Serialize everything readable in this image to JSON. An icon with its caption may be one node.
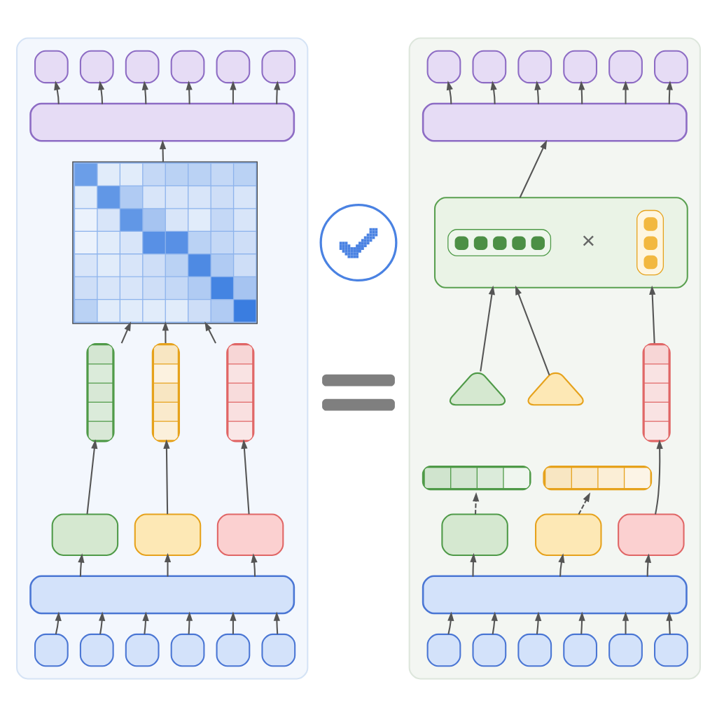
{
  "diagram": {
    "nodes": [
      {
        "text": [],
        "shape": "box"
      },
      {
        "text": [],
        "shape": "box",
        "in": 0
      },
      {
        "text": [],
        "shape": "box",
        "in": 0
      },
      {
        "text": [],
        "shape": "box",
        "in": 0
      },
      {
        "text": [],
        "shape": "box",
        "in": 0
      },
      {
        "text": [],
        "shape": "box",
        "in": 0
      },
      {
        "text": [],
        "shape": "box",
        "in": 0
      },
      {
        "text": [],
        "shape": "box",
        "in": 0
      },
      {
        "text": [],
        "shape": "grid",
        "in": 0
      },
      {
        "text": [],
        "shape": "bar",
        "in": 0
      },
      {
        "text": [],
        "shape": "bar",
        "in": 0
      },
      {
        "text": [],
        "shape": "bar",
        "in": 0
      },
      {
        "text": [],
        "shape": "box",
        "in": 0
      },
      {
        "text": [],
        "shape": "box",
        "in": 0
      },
      {
        "text": [],
        "shape": "box",
        "in": 0
      },
      {
        "text": [],
        "shape": "box",
        "in": 0
      },
      {
        "text": [],
        "shape": "box",
        "in": 0
      },
      {
        "text": [],
        "shape": "box",
        "in": 0
      },
      {
        "text": [],
        "shape": "box",
        "in": 0
      },
      {
        "text": [],
        "shape": "box",
        "in": 0
      },
      {
        "text": [],
        "shape": "box",
        "in": 0
      },
      {
        "text": [],
        "shape": "box",
        "in": 0
      },
      {
        "text": [],
        "shape": "circle"
      },
      {
        "text": [],
        "shape": "equals"
      },
      {
        "text": [],
        "shape": "box"
      },
      {
        "text": [],
        "shape": "box",
        "in": 24
      },
      {
        "text": [],
        "shape": "box",
        "in": 24
      },
      {
        "text": [],
        "shape": "box",
        "in": 24
      },
      {
        "text": [],
        "shape": "box",
        "in": 24
      },
      {
        "text": [],
        "shape": "box",
        "in": 24
      },
      {
        "text": [],
        "shape": "box",
        "in": 24
      },
      {
        "text": [],
        "shape": "box",
        "in": 24
      },
      {
        "text": [],
        "shape": "box",
        "in": 24
      },
      {
        "text": [],
        "shape": "bar",
        "in": 32
      },
      {
        "text": [],
        "shape": "bar",
        "in": 32
      },
      {
        "text": [],
        "shape": "curve",
        "in": 24
      },
      {
        "text": [],
        "shape": "curve",
        "in": 24
      },
      {
        "text": [],
        "shape": "bar",
        "in": 24
      },
      {
        "text": [],
        "shape": "bar",
        "in": 24
      },
      {
        "text": [],
        "shape": "bar",
        "in": 24
      },
      {
        "text": [],
        "shape": "box",
        "in": 24
      },
      {
        "text": [],
        "shape": "box",
        "in": 24
      },
      {
        "text": [],
        "shape": "box",
        "in": 24
      },
      {
        "text": [],
        "shape": "box",
        "in": 24
      },
      {
        "text": [],
        "shape": "box",
        "in": 24
      },
      {
        "text": [],
        "shape": "box",
        "in": 24
      },
      {
        "text": [],
        "shape": "box",
        "in": 24
      },
      {
        "text": [],
        "shape": "box",
        "in": 24
      },
      {
        "text": [],
        "shape": "box",
        "in": 24
      },
      {
        "text": [],
        "shape": "box",
        "in": 24
      }
    ],
    "edges": [
      {
        "from": 16,
        "to": 15,
        "arrow": "to"
      },
      {
        "from": 17,
        "to": 15,
        "arrow": "to"
      },
      {
        "from": 18,
        "to": 15,
        "arrow": "to"
      },
      {
        "from": 19,
        "to": 15,
        "arrow": "to"
      },
      {
        "from": 20,
        "to": 15,
        "arrow": "to"
      },
      {
        "from": 21,
        "to": 15,
        "arrow": "to"
      },
      {
        "from": 15,
        "to": 12,
        "arrow": "to"
      },
      {
        "from": 15,
        "to": 13,
        "arrow": "to"
      },
      {
        "from": 15,
        "to": 14,
        "arrow": "to"
      },
      {
        "from": 12,
        "to": 9,
        "arrow": "to"
      },
      {
        "from": 13,
        "to": 10,
        "arrow": "to"
      },
      {
        "from": 14,
        "to": 11,
        "arrow": "to"
      },
      {
        "from": 9,
        "to": 8,
        "arrow": "to"
      },
      {
        "from": 10,
        "to": 8,
        "arrow": "to"
      },
      {
        "from": 11,
        "to": 8,
        "arrow": "to"
      },
      {
        "from": 8,
        "to": 7,
        "arrow": "to"
      },
      {
        "from": 7,
        "to": 1,
        "arrow": "to"
      },
      {
        "from": 7,
        "to": 2,
        "arrow": "to"
      },
      {
        "from": 7,
        "to": 3,
        "arrow": "to"
      },
      {
        "from": 7,
        "to": 4,
        "arrow": "to"
      },
      {
        "from": 7,
        "to": 5,
        "arrow": "to"
      },
      {
        "from": 7,
        "to": 6,
        "arrow": "to"
      },
      {
        "from": 44,
        "to": 43,
        "arrow": "to"
      },
      {
        "from": 45,
        "to": 43,
        "arrow": "to"
      },
      {
        "from": 46,
        "to": 43,
        "arrow": "to"
      },
      {
        "from": 47,
        "to": 43,
        "arrow": "to"
      },
      {
        "from": 48,
        "to": 43,
        "arrow": "to"
      },
      {
        "from": 49,
        "to": 43,
        "arrow": "to"
      },
      {
        "from": 43,
        "to": 40,
        "arrow": "to"
      },
      {
        "from": 43,
        "to": 41,
        "arrow": "to"
      },
      {
        "from": 43,
        "to": 42,
        "arrow": "to"
      },
      {
        "from": 40,
        "to": 38,
        "arrow": "to",
        "style": "dashed"
      },
      {
        "from": 41,
        "to": 39,
        "arrow": "to",
        "style": "dashed"
      },
      {
        "from": 42,
        "to": 37,
        "arrow": "to"
      },
      {
        "from": 35,
        "to": 32,
        "arrow": "to"
      },
      {
        "from": 36,
        "to": 32,
        "arrow": "to"
      },
      {
        "from": 37,
        "to": 32,
        "arrow": "to"
      },
      {
        "from": 32,
        "to": 31,
        "arrow": "to"
      },
      {
        "from": 31,
        "to": 25,
        "arrow": "to"
      },
      {
        "from": 31,
        "to": 26,
        "arrow": "to"
      },
      {
        "from": 31,
        "to": 27,
        "arrow": "to"
      },
      {
        "from": 31,
        "to": 28,
        "arrow": "to"
      },
      {
        "from": 31,
        "to": 29,
        "arrow": "to"
      },
      {
        "from": 31,
        "to": 30,
        "arrow": "to"
      }
    ],
    "labels": [
      "×"
    ]
  }
}
